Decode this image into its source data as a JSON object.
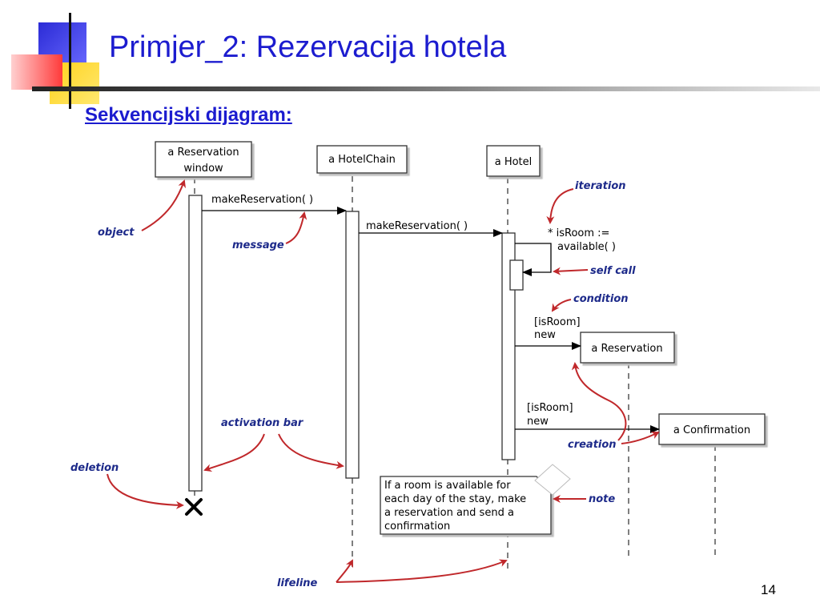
{
  "slide": {
    "title": "Primjer_2:  Rezervacija hotela",
    "subtitle": "Sekvencijski dijagram:",
    "page_number": "14"
  },
  "colors": {
    "title_blue": "#1c1ccf",
    "annotation_blue": "#1d2a8a",
    "arrow_red": "#c0282b",
    "deco_blue": "#3333cc",
    "deco_red": "#ff3333",
    "deco_yellow": "#ffcc00"
  },
  "diagram": {
    "objects": {
      "reservation_window": [
        "a Reservation",
        "window"
      ],
      "hotel_chain": "a HotelChain",
      "hotel": "a Hotel",
      "reservation": "a Reservation",
      "confirmation": "a Confirmation"
    },
    "messages": {
      "make_reservation_1": "makeReservation( )",
      "make_reservation_2": "makeReservation( )",
      "is_room": [
        "* isRoom :=",
        "available( )"
      ],
      "new_reservation": [
        "[isRoom]",
        "new"
      ],
      "new_confirmation": [
        "[isRoom]",
        "new"
      ]
    },
    "note": [
      "If a room is available for",
      "each day of the stay, make",
      "a reservation and send a",
      "confirmation"
    ],
    "annotations": {
      "object": "object",
      "message": "message",
      "iteration": "iteration",
      "self_call": "self call",
      "condition": "condition",
      "activation_bar": "activation bar",
      "deletion": "deletion",
      "creation": "creation",
      "note": "note",
      "lifeline": "lifeline"
    }
  }
}
